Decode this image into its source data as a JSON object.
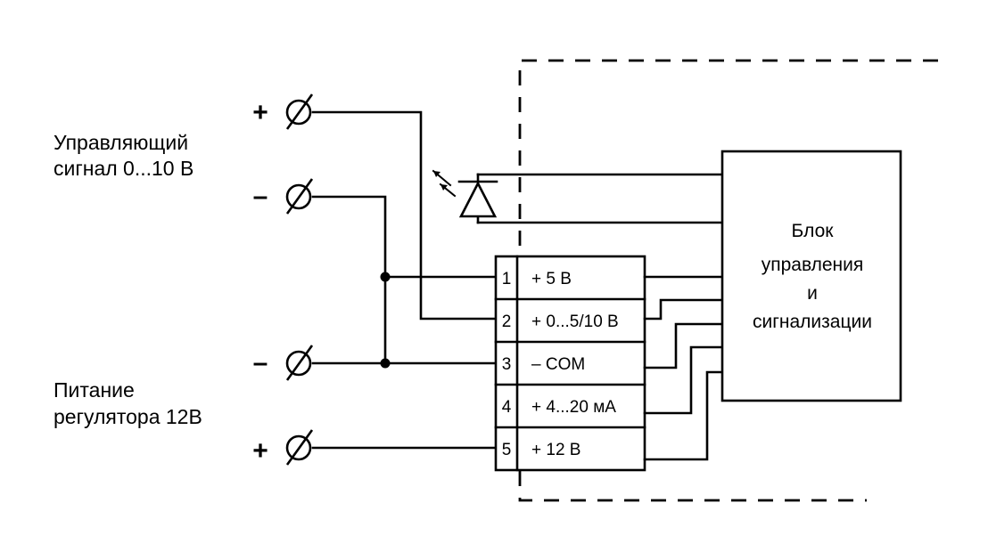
{
  "labels": {
    "control_signal": [
      "Управляющий",
      "сигнал 0...10 В"
    ],
    "power": [
      "Питание",
      "регулятора 12В"
    ]
  },
  "signs": {
    "control_plus": "+",
    "control_minus": "–",
    "power_minus": "–",
    "power_plus": "+"
  },
  "terminal_block": {
    "pins": [
      {
        "num": "1",
        "label": "+  5 В"
      },
      {
        "num": "2",
        "label": "+ 0...5/10 В"
      },
      {
        "num": "3",
        "label": "–  COM"
      },
      {
        "num": "4",
        "label": "+  4...20 мА"
      },
      {
        "num": "5",
        "label": "+ 12 В"
      }
    ]
  },
  "control_unit": {
    "lines": [
      "Блок",
      "управления",
      "и",
      "сигнализации"
    ]
  }
}
